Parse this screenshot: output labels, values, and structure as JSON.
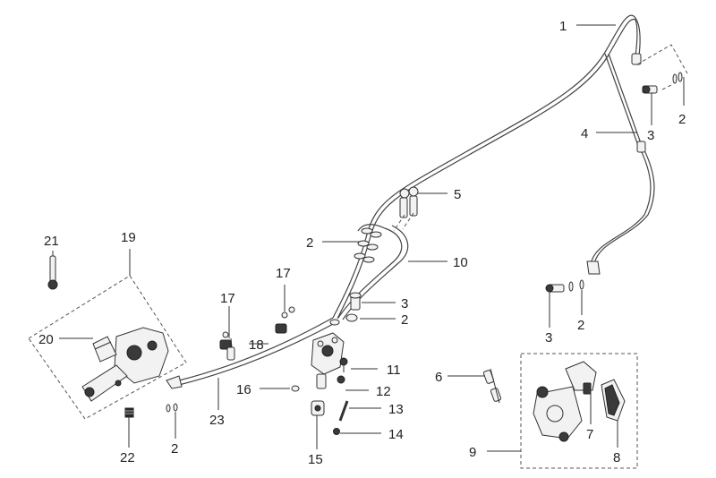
{
  "callouts": {
    "c1": "1",
    "c2a": "2",
    "c3a": "3",
    "c4": "4",
    "c5": "5",
    "c2b": "2",
    "c10": "10",
    "c3b": "3",
    "c2c": "2",
    "c3c": "3",
    "c2d": "2",
    "c21": "21",
    "c19": "19",
    "c17a": "17",
    "c17b": "17",
    "c18": "18",
    "c20": "20",
    "c11": "11",
    "c6": "6",
    "c16": "16",
    "c12": "12",
    "c13": "13",
    "c14": "14",
    "c15": "15",
    "c9": "9",
    "c7": "7",
    "c8": "8",
    "c22": "22",
    "c2e": "2",
    "c23": "23"
  },
  "colors": {
    "line": "#333333",
    "part_fill": "#f2f2f2",
    "dark_fill": "#3a3a3a"
  }
}
